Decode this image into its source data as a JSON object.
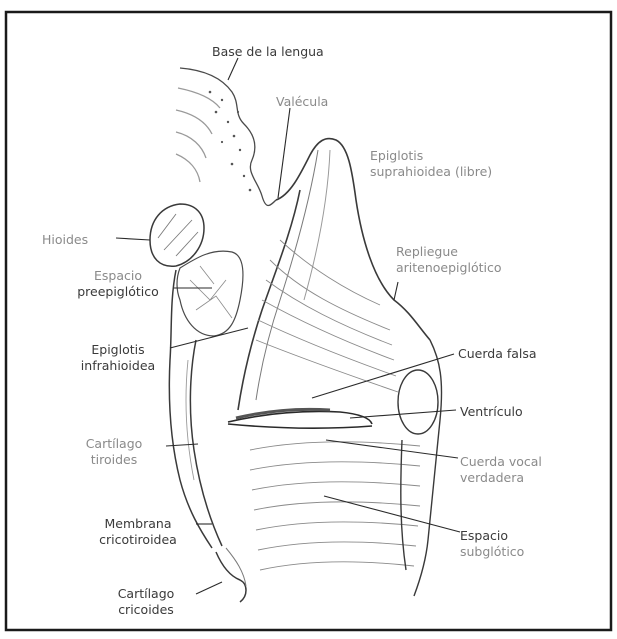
{
  "figure": {
    "labels": {
      "base_lingua": "Base de la lengua",
      "valecula": "Valécula",
      "epiglotis_supra_l1": "Epiglotis",
      "epiglotis_supra_l2": "suprahioidea (libre)",
      "hioides": "Hioides",
      "espacio_pre_l1": "Espacio",
      "espacio_pre_l2": "preepiglótico",
      "repliegue_l1": "Repliegue",
      "repliegue_l2": "aritenoepiglótico",
      "epiglotis_infra_l1": "Epiglotis",
      "epiglotis_infra_l2": "infrahioidea",
      "cuerda_falsa": "Cuerda falsa",
      "ventriculo": "Ventrículo",
      "cart_tiroides_l1": "Cartílago",
      "cart_tiroides_l2": "tiroides",
      "cuerda_vocal_l1": "Cuerda vocal",
      "cuerda_vocal_l2": "verdadera",
      "membrana_l1": "Membrana",
      "membrana_l2": "cricotiroidea",
      "espacio_sub_l1": "Espacio",
      "espacio_sub_l2": "subglótico",
      "cart_cricoides_l1": "Cartílago",
      "cart_cricoides_l2": "cricoides"
    },
    "colors": {
      "ink": "#3a3a3a",
      "paper": "#ffffff",
      "frame": "#1a1a1a"
    }
  }
}
